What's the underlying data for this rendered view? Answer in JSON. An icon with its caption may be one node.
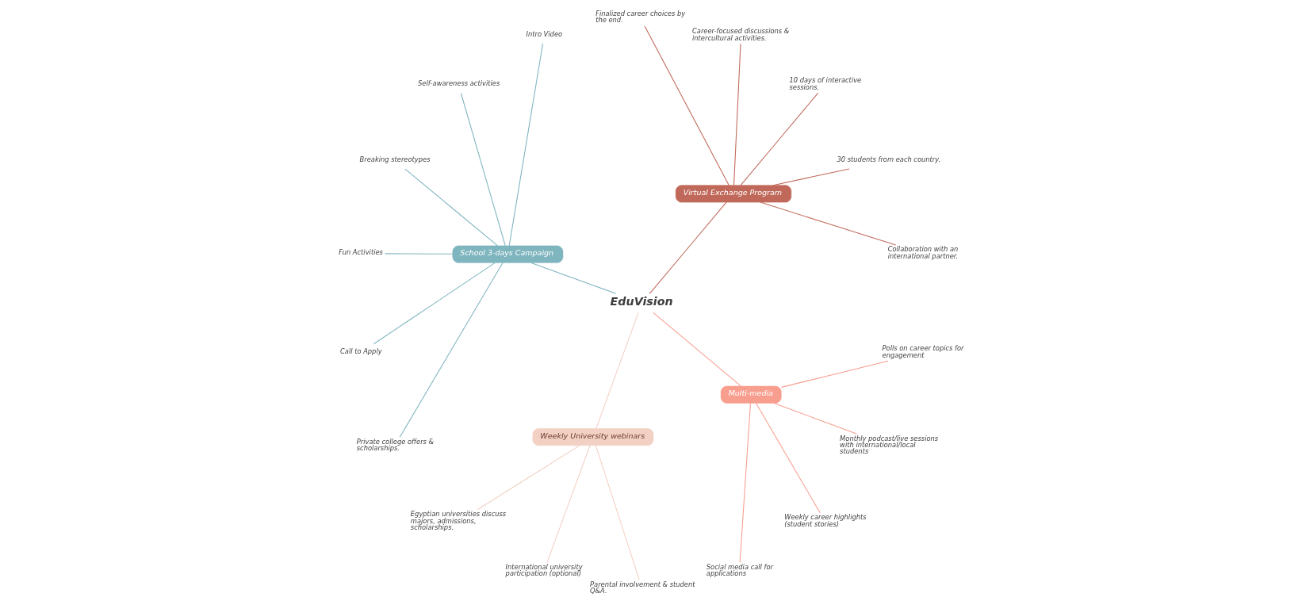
{
  "diagram": {
    "nodes": [
      {
        "text": [
          "EduVision"
        ]
      },
      {
        "text": [
          "Virtual Exchange Program"
        ]
      },
      {
        "text": [
          "Collaboration with an international partner."
        ]
      },
      {
        "text": [
          "30 students from each country."
        ]
      },
      {
        "text": [
          "10 days of interactive sessions."
        ]
      },
      {
        "text": [
          "Career-focused discussions & intercultural activities."
        ]
      },
      {
        "text": [
          "Finalized career choices by the end."
        ]
      },
      {
        "text": [
          "School 3-days Campaign"
        ]
      },
      {
        "text": [
          "Intro Video"
        ]
      },
      {
        "text": [
          "Self-awareness activities"
        ]
      },
      {
        "text": [
          "Breaking stereotypes"
        ]
      },
      {
        "text": [
          "Fun Activities"
        ]
      },
      {
        "text": [
          "Call to Apply"
        ]
      },
      {
        "text": [
          "Private college offers & scholarships."
        ]
      },
      {
        "text": [
          "Weekly University webinars"
        ]
      },
      {
        "text": [
          "Egyptian universities discuss majors, admissions, scholarships."
        ]
      },
      {
        "text": [
          "International university participation (optional)"
        ]
      },
      {
        "text": [
          "Parental involvement & student Q&A."
        ]
      },
      {
        "text": [
          "Multi-media"
        ]
      },
      {
        "text": [
          "Social media call for applications"
        ]
      },
      {
        "text": [
          "Weekly career highlights (student stories)"
        ]
      },
      {
        "text": [
          "Monthly podcast/live sessions with international/local students"
        ]
      },
      {
        "text": [
          "Polls on career topics for engagement"
        ]
      }
    ],
    "edges": [
      {
        "from": 0,
        "to": 1,
        "arrow": "none",
        "color": "#c0695a"
      },
      {
        "from": 1,
        "to": 2,
        "arrow": "none",
        "color": "#c0695a"
      },
      {
        "from": 1,
        "to": 3,
        "arrow": "none",
        "color": "#c0695a"
      },
      {
        "from": 1,
        "to": 4,
        "arrow": "none",
        "color": "#c0695a"
      },
      {
        "from": 1,
        "to": 5,
        "arrow": "none",
        "color": "#c0695a"
      },
      {
        "from": 1,
        "to": 6,
        "arrow": "none",
        "color": "#c0695a"
      },
      {
        "from": 0,
        "to": 7,
        "arrow": "none",
        "color": "#7fb5bf"
      },
      {
        "from": 7,
        "to": 8,
        "arrow": "none",
        "color": "#7fb5bf"
      },
      {
        "from": 7,
        "to": 9,
        "arrow": "none",
        "color": "#7fb5bf"
      },
      {
        "from": 7,
        "to": 10,
        "arrow": "none",
        "color": "#7fb5bf"
      },
      {
        "from": 7,
        "to": 11,
        "arrow": "none",
        "color": "#7fb5bf"
      },
      {
        "from": 7,
        "to": 12,
        "arrow": "none",
        "color": "#7fb5bf"
      },
      {
        "from": 7,
        "to": 13,
        "arrow": "none",
        "color": "#7fb5bf"
      },
      {
        "from": 0,
        "to": 14,
        "arrow": "none",
        "color": "#f2d1c4"
      },
      {
        "from": 14,
        "to": 15,
        "arrow": "none",
        "color": "#f2d1c4"
      },
      {
        "from": 14,
        "to": 16,
        "arrow": "none",
        "color": "#f2d1c4"
      },
      {
        "from": 14,
        "to": 17,
        "arrow": "none",
        "color": "#f2d1c4"
      },
      {
        "from": 0,
        "to": 18,
        "arrow": "none",
        "color": "#f89e8f"
      },
      {
        "from": 18,
        "to": 19,
        "arrow": "none",
        "color": "#f89e8f"
      },
      {
        "from": 18,
        "to": 20,
        "arrow": "none",
        "color": "#f89e8f"
      },
      {
        "from": 18,
        "to": 21,
        "arrow": "none",
        "color": "#f89e8f"
      },
      {
        "from": 18,
        "to": 22,
        "arrow": "none",
        "color": "#f89e8f"
      }
    ]
  }
}
